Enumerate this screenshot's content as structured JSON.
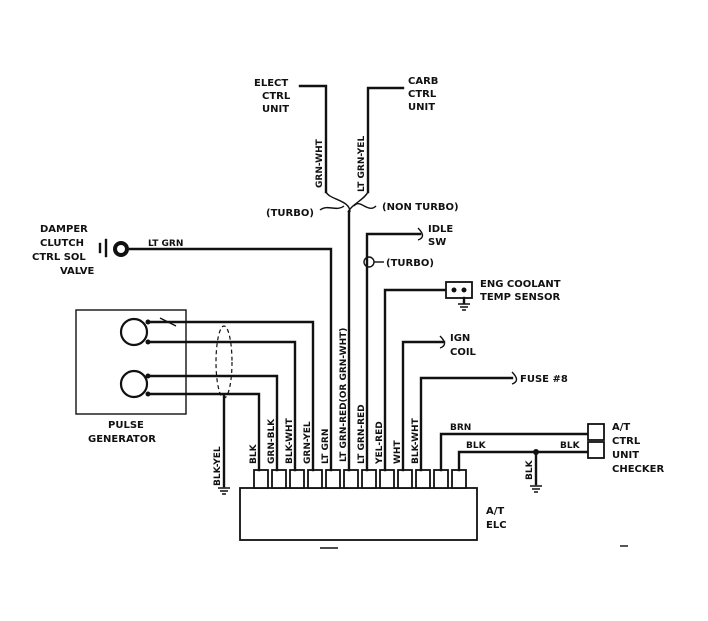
{
  "components": {
    "elect_ctrl_unit": [
      "ELECT",
      "CTRL",
      "UNIT"
    ],
    "carb_ctrl_unit": [
      "CARB",
      "CTRL",
      "UNIT"
    ],
    "turbo_left": "(TURBO)",
    "non_turbo": "(NON TURBO)",
    "damper_clutch": [
      "DAMPER",
      "CLUTCH",
      "CTRL SOL",
      "VALVE"
    ],
    "idle_sw": [
      "IDLE",
      "SW"
    ],
    "turbo_mid": "(TURBO)",
    "eng_coolant": [
      "ENG COOLANT",
      "TEMP SENSOR"
    ],
    "ign_coil": [
      "IGN",
      "COIL"
    ],
    "fuse": "FUSE #8",
    "pulse_generator": [
      "PULSE",
      "GENERATOR"
    ],
    "at_ctrl_unit_checker": [
      "A/T",
      "CTRL",
      "UNIT",
      "CHECKER"
    ],
    "at_elc": [
      "A/T",
      "ELC"
    ]
  },
  "wires": {
    "lt_grn_damper": "LT GRN",
    "grn_wht": "GRN-WHT",
    "lt_grn_yel": "LT GRN-YEL",
    "lt_grn_red_or_grn_wht": "LT GRN-RED(OR GRN-WHT)",
    "blk_yel": "BLK-YEL",
    "blk": "BLK",
    "grn_blk": "GRN-BLK",
    "blk_wht_1": "BLK-WHT",
    "grn_yel": "GRN-YEL",
    "lt_grn": "LT GRN",
    "lt_grn_red": "LT GRN-RED",
    "yel_red": "YEL-RED",
    "wht": "WHT",
    "blk_wht_2": "BLK-WHT",
    "brn": "BRN",
    "blk_checker": "BLK",
    "blk_checker_2": "BLK",
    "blk_ground": "BLK"
  }
}
